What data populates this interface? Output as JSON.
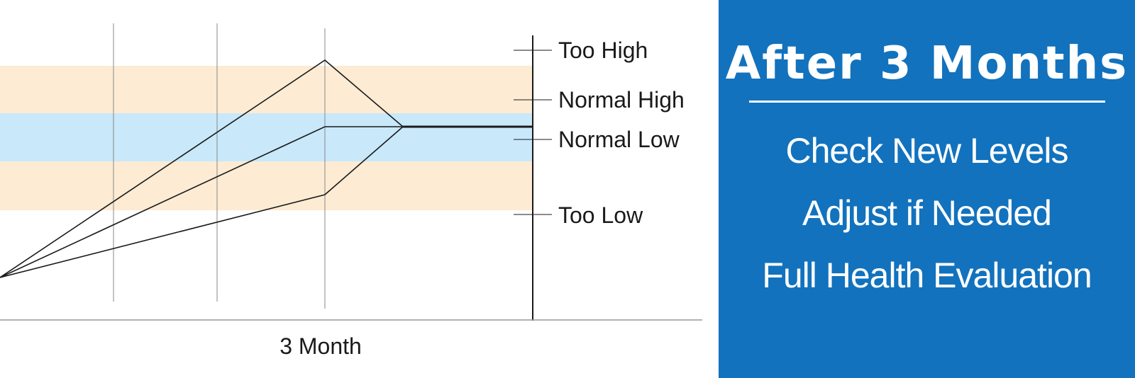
{
  "diagram": {
    "level_labels": [
      "Too High",
      "Normal High",
      "Normal Low",
      "Too Low"
    ],
    "time_label": "3 Month"
  },
  "panel": {
    "title": "After 3 Months",
    "items": [
      "Check New Levels",
      "Adjust if Needed",
      "Full Health Evaluation"
    ]
  },
  "colors": {
    "caution_band": "#fdebd3",
    "normal_band": "#c9e8fa",
    "panel_background": "#1272bd",
    "panel_text": "#ffffff",
    "line": "#1a1a1a"
  }
}
